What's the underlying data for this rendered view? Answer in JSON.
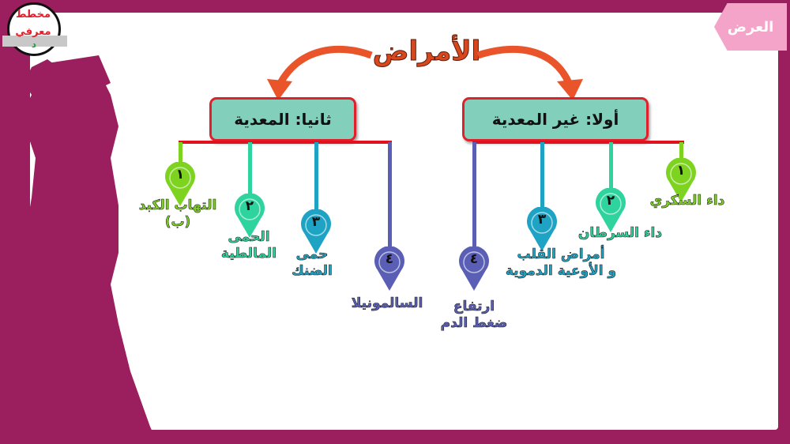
{
  "logo": {
    "line1": "مخطط",
    "line2": "معرفي",
    "mark": "د"
  },
  "nav_tab": {
    "label": "العرض"
  },
  "title": "الأمراض",
  "groups": {
    "non_communicable": {
      "heading": "أولا: غير المعدية",
      "items": [
        {
          "num": "١",
          "label": "داء السكري",
          "color": "#7ed321"
        },
        {
          "num": "٢",
          "label": "داء السرطان",
          "color": "#2fd39e"
        },
        {
          "num": "٣",
          "label": "أمراض القلب\nو الأوعية الدموية",
          "color": "#1fa3c4"
        },
        {
          "num": "٤",
          "label": "ارتفاع\nضغط الدم",
          "color": "#5a5fb5"
        }
      ]
    },
    "communicable": {
      "heading": "ثانيا: المعدية",
      "items": [
        {
          "num": "١",
          "label": "التهاب الكبد\n(ب)",
          "color": "#7ed321"
        },
        {
          "num": "٢",
          "label": "الحمى\nالمالطية",
          "color": "#2fd39e"
        },
        {
          "num": "٣",
          "label": "حمى\nالضنك",
          "color": "#1fa3c4"
        },
        {
          "num": "٤",
          "label": "السالمونيلا",
          "color": "#5a5fb5"
        }
      ]
    }
  },
  "colors": {
    "background": "#9b1f5e",
    "box": "#82cfbb",
    "border": "#e3101e",
    "title": "#d9471c"
  }
}
